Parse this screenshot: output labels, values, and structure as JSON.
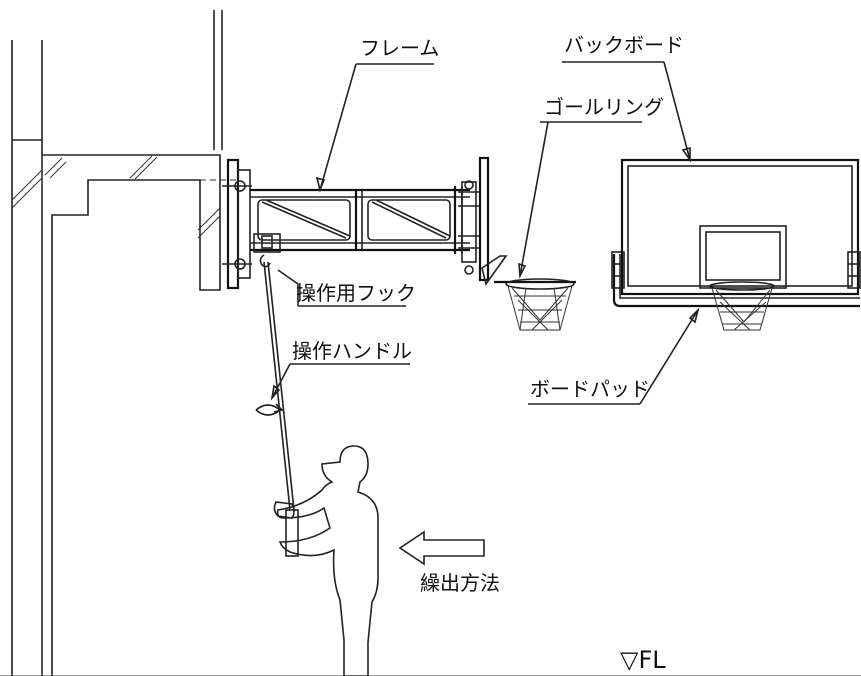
{
  "labels": {
    "frame": "フレーム",
    "backboard": "バックボード",
    "goal_ring": "ゴールリング",
    "operation_hook": "操作用フック",
    "operation_handle": "操作ハンドル",
    "board_pad": "ボードパッド",
    "deploy_method": "繰出方法",
    "floor_level": "▽FL"
  }
}
